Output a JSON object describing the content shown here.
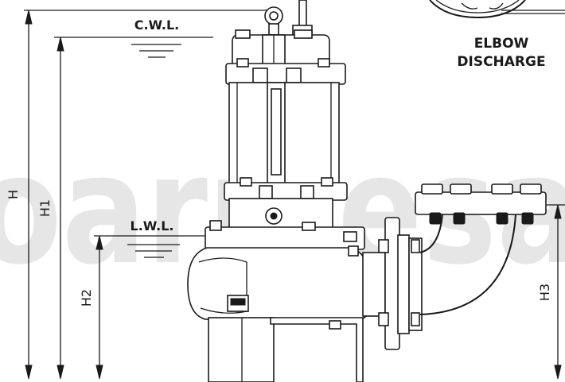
{
  "watermark": "oarmesa",
  "labels": {
    "cwl": "C.W.L.",
    "lwl": "L.W.L.",
    "elbow_line1": "ELBOW",
    "elbow_line2": "DISCHARGE"
  },
  "dimensions": {
    "h": "H",
    "h1": "H1",
    "h2": "H2",
    "h3": "H3"
  },
  "colors": {
    "line": "#1a1a1a",
    "watermark": "#e6e6e6",
    "background": "#ffffff"
  }
}
